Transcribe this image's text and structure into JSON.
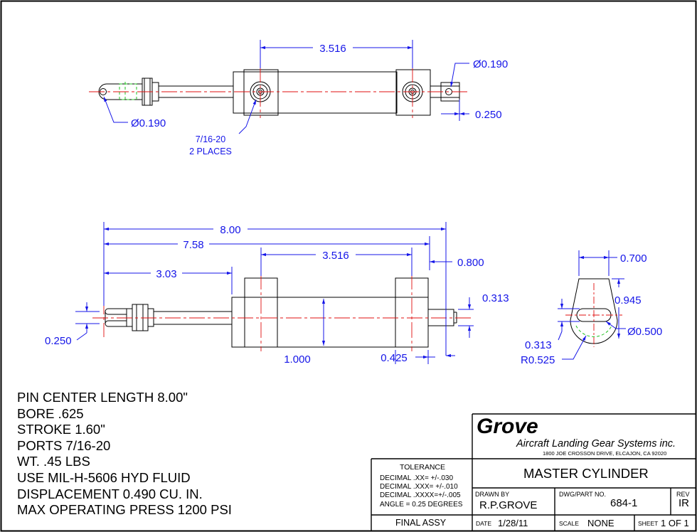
{
  "drawing": {
    "top_view": {
      "bore_spacing": "3.516",
      "rod_hole_dia": "Ø0.190",
      "body_hole_dia": "Ø0.190",
      "rod_end_offset": "0.250",
      "port_thread": "7/16-20",
      "port_qty": "2 PLACES"
    },
    "side_view": {
      "overall_length": "8.00",
      "length_7_58": "7.58",
      "length_3_03": "3.03",
      "bore_spacing": "3.516",
      "rod_extension": "0.800",
      "rod_dia": "0.313",
      "clevis_width": "0.250",
      "body_height": "1.000",
      "end_cap_width": "0.425"
    },
    "end_view": {
      "width": "0.700",
      "height": "0.945",
      "hole_dia": "Ø0.500",
      "slot_width": "0.313",
      "end_radius": "R0.525"
    }
  },
  "specs": [
    "PIN CENTER LENGTH 8.00\"",
    "BORE .625",
    "STROKE 1.60\"",
    "PORTS  7/16-20",
    "WT.  .45 LBS",
    "USE MIL-H-5606 HYD FLUID",
    "DISPLACEMENT 0.490 CU. IN.",
    "MAX OPERATING PRESS 1200 PSI"
  ],
  "title_block": {
    "company": "Grove",
    "company_full": "Aircraft Landing Gear Systems inc.",
    "address": "1800 JOE CROSSON DRIVE, ELCAJON, CA 92020",
    "tolerance_header": "TOLERANCE",
    "tolerances": [
      "DECIMAL  .XX=  +/-.030",
      "DECIMAL  .XXX= +/-.010",
      "DECIMAL  .XXXX=+/-.005",
      "ANGLE = 0.25 DEGREES"
    ],
    "title": "MASTER CYLINDER",
    "drawn_by_label": "DRAWN  BY",
    "drawn_by": "R.P.GROVE",
    "part_no_label": "DWG/PART NO.",
    "part_no": "684-1",
    "rev_label": "REV",
    "rev": "IR",
    "final_assy": "FINAL ASSY",
    "date_label": "DATE",
    "date": "1/28/11",
    "scale_label": "SCALE",
    "scale": "NONE",
    "sheet_label": "SHEET",
    "sheet": "1 OF 1"
  },
  "colors": {
    "dimension": "#1515e8",
    "centerline": "#e01010",
    "hidden": "#20c020",
    "outline": "#000000"
  }
}
